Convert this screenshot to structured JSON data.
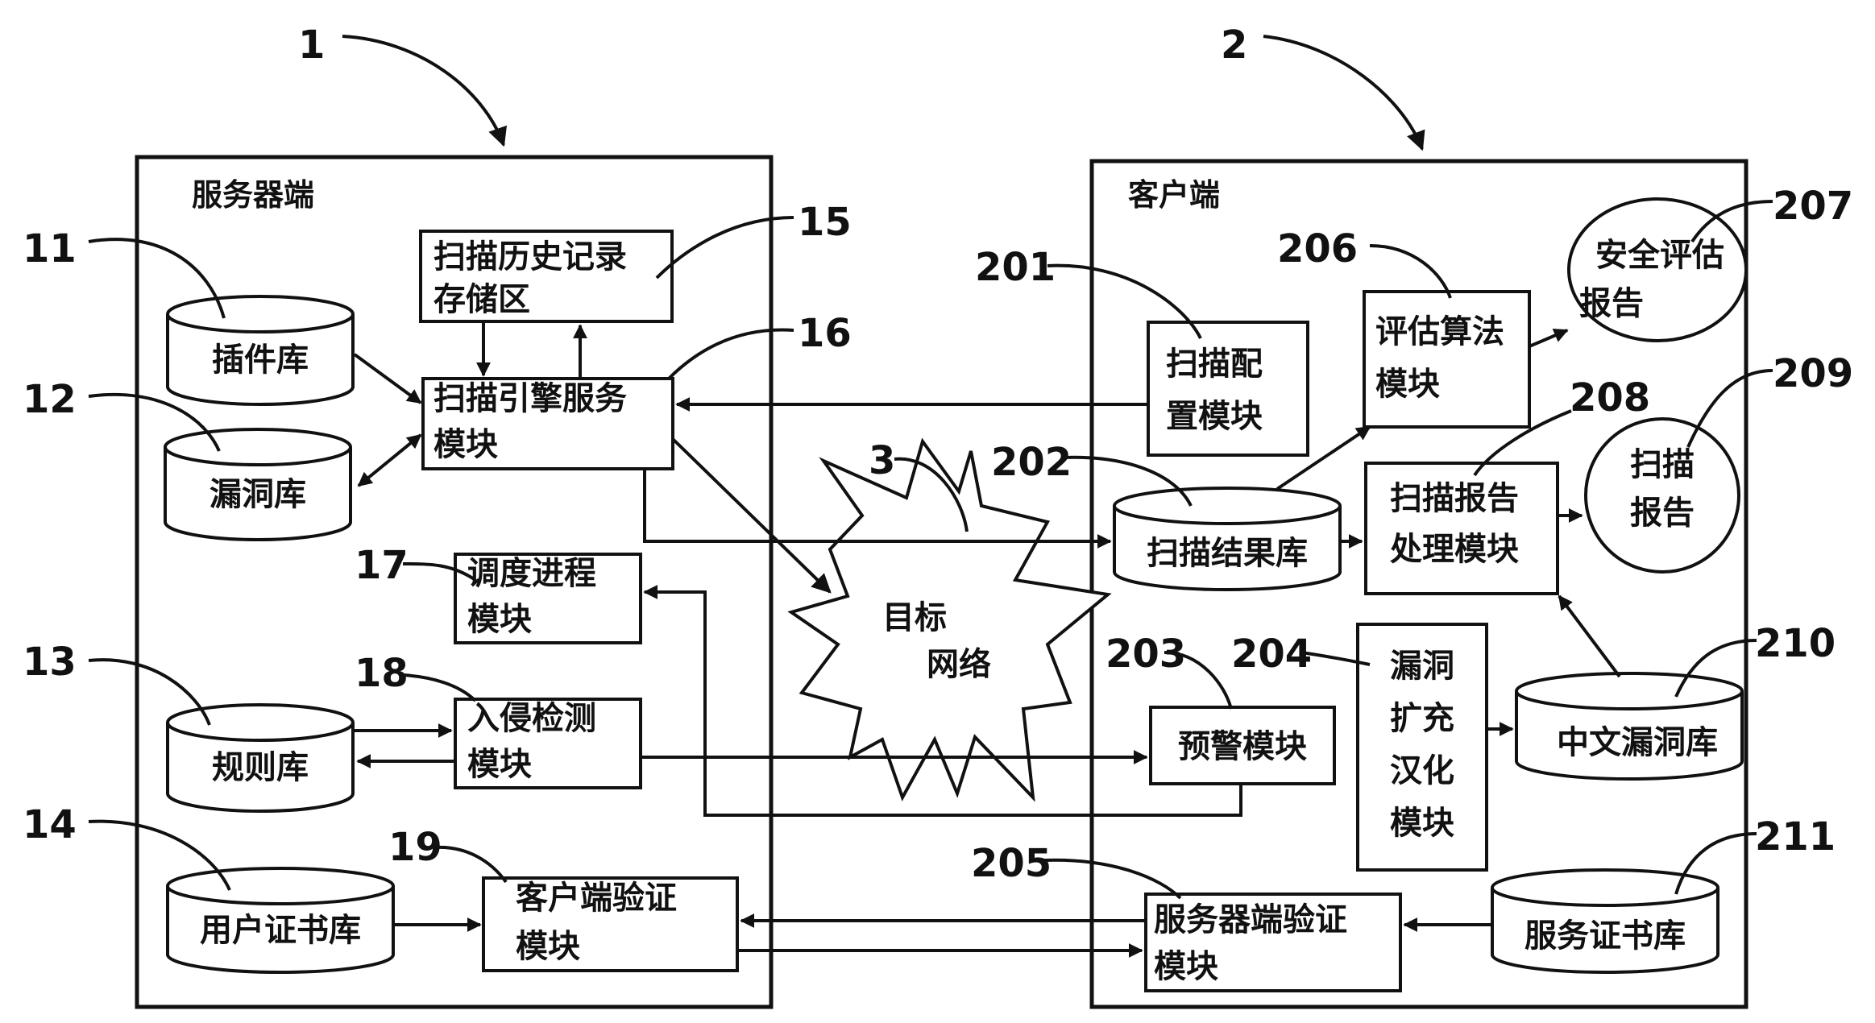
{
  "ids": {
    "server_side": "1",
    "client_side": "2",
    "target_network": "3",
    "plugin_db": "11",
    "vuln_db": "12",
    "rule_db": "13",
    "user_cert_db": "14",
    "history_store": "15",
    "scan_engine": "16",
    "scheduler": "17",
    "ids_module": "18",
    "client_verify": "19",
    "scan_config": "201",
    "scan_result_db": "202",
    "warning": "203",
    "vuln_cn": "204",
    "server_verify": "205",
    "eval_algo": "206",
    "security_report": "207",
    "report_proc": "208",
    "scan_report": "209",
    "cn_vuln_db": "210",
    "server_cert_db": "211"
  },
  "server": {
    "title": "服务器端",
    "plugin_db": "插件库",
    "vuln_db": "漏洞库",
    "rule_db": "规则库",
    "user_cert_db": "用户证书库",
    "history_store": [
      "扫描历史记录",
      "存储区"
    ],
    "scan_engine": [
      "扫描引擎服务",
      "模块"
    ],
    "scheduler": [
      "调度进程",
      "模块"
    ],
    "ids_module": [
      "入侵检测",
      "模块"
    ],
    "client_verify": [
      "客户端验证",
      "模块"
    ]
  },
  "network": {
    "label": [
      "目标",
      "网络"
    ]
  },
  "client": {
    "title": "客户端",
    "scan_config": [
      "扫描配",
      "置模块"
    ],
    "scan_result_db": "扫描结果库",
    "warning": "预警模块",
    "vuln_cn": [
      "漏洞",
      "扩充",
      "汉化",
      "模块"
    ],
    "server_verify": [
      "服务器端验证",
      "模块"
    ],
    "eval_algo": [
      "评估算法",
      "模块"
    ],
    "security_report": [
      "安全评估",
      "报告"
    ],
    "report_proc": [
      "扫描报告",
      "处理模块"
    ],
    "scan_report": [
      "扫描",
      "报告"
    ],
    "cn_vuln_db": "中文漏洞库",
    "server_cert_db": "服务证书库"
  }
}
